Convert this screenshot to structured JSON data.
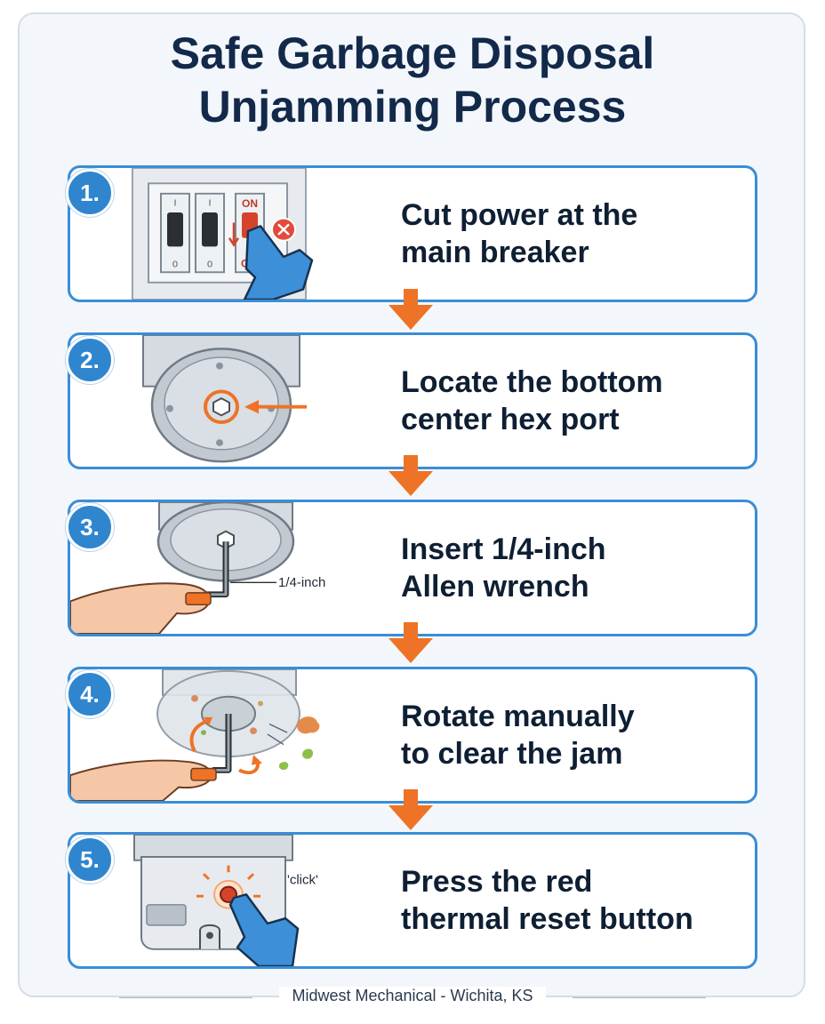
{
  "title": {
    "line1": "Safe Garbage Disposal",
    "line2": "Unjamming Process"
  },
  "steps": [
    {
      "number": "1.",
      "line1": "Cut power at the",
      "line2": "main breaker",
      "labels": {
        "on": "ON",
        "off": "OFF",
        "i_left": "I",
        "i_mid": "I",
        "o_left": "0",
        "o_mid": "0"
      }
    },
    {
      "number": "2.",
      "line1": "Locate the bottom",
      "line2": "center hex port"
    },
    {
      "number": "3.",
      "line1": "Insert 1/4-inch",
      "line2": "Allen wrench",
      "labels": {
        "size": "1/4-inch"
      }
    },
    {
      "number": "4.",
      "line1": "Rotate manually",
      "line2": "to clear the jam"
    },
    {
      "number": "5.",
      "line1": "Press the red",
      "line2": "thermal reset button",
      "labels": {
        "click": "'click'"
      }
    }
  ],
  "footer": "Midwest Mechanical - Wichita, KS",
  "colors": {
    "title": "#13294a",
    "card_border": "#3a8dd6",
    "badge": "#2f86cf",
    "arrow": "#ee7326",
    "hand": "#3d8fd8",
    "background": "#f3f7fb"
  }
}
